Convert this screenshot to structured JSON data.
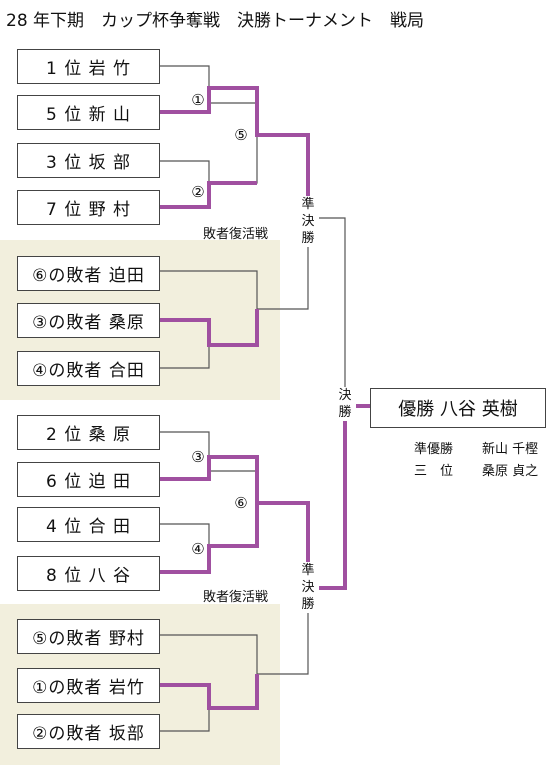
{
  "title": "28 年下期　カップ杯争奪戦　決勝トーナメント　戦局",
  "entrants": [
    "1 位 岩 竹",
    "5 位 新 山",
    "3 位 坂 部",
    "7 位 野 村",
    "⑥の敗者 迫田",
    "③の敗者 桑原",
    "④の敗者 合田",
    "2 位 桑 原",
    "6 位 迫 田",
    "4 位 合 田",
    "8 位 八 谷",
    "⑤の敗者 野村",
    "①の敗者 岩竹",
    "②の敗者 坂部"
  ],
  "match_labels": [
    "①",
    "②",
    "⑤",
    "③",
    "④",
    "⑥"
  ],
  "revival_label": "敗者復活戦",
  "semifinal_label": "準決勝",
  "final_label": "決勝",
  "champion": "優勝 八谷 英樹",
  "results": {
    "runner_up_title": "準優勝",
    "runner_up_name": "新山 千樫",
    "third_title": "三　位",
    "third_name": "桑原 貞之"
  },
  "colors": {
    "winner_line": "#a050a0",
    "bracket_line": "#555555",
    "revival_bg": "#f2efdd"
  }
}
